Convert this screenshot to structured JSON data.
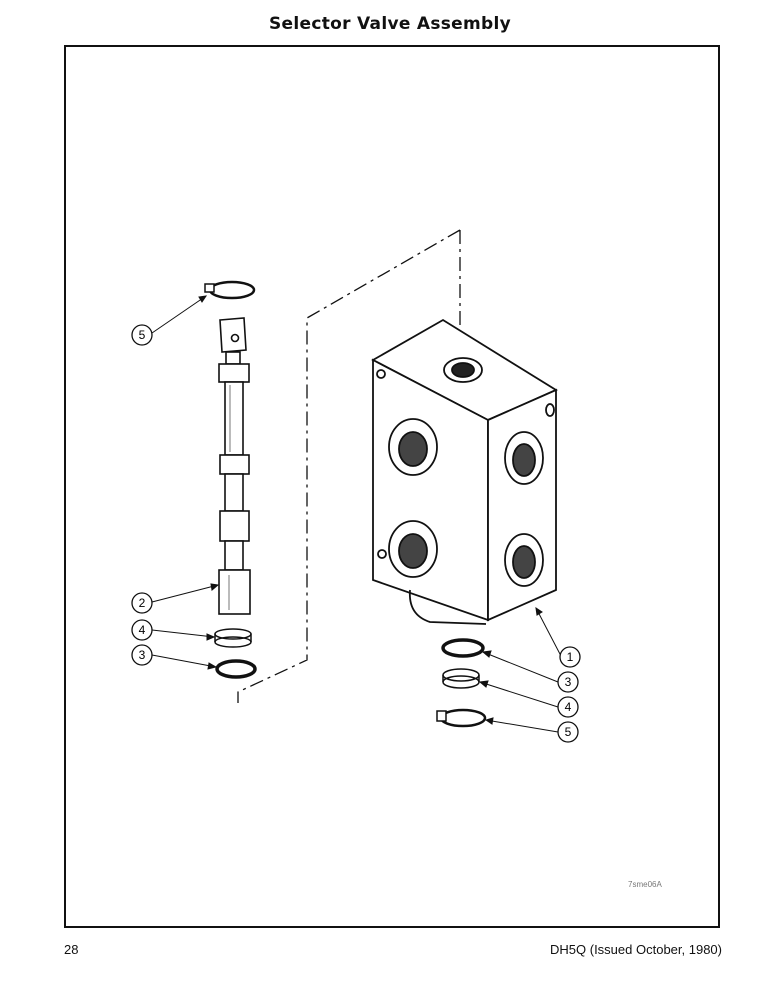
{
  "page": {
    "title": "Selector Valve Assembly",
    "page_number": "28",
    "document_ref": "DH5Q (Issued October, 1980)",
    "figure_code": "7sme06A"
  },
  "callouts": [
    {
      "id": "callout-5-left",
      "label": "5"
    },
    {
      "id": "callout-2",
      "label": "2"
    },
    {
      "id": "callout-4-left",
      "label": "4"
    },
    {
      "id": "callout-3-left",
      "label": "3"
    },
    {
      "id": "callout-1",
      "label": "1"
    },
    {
      "id": "callout-3-right",
      "label": "3"
    },
    {
      "id": "callout-4-right",
      "label": "4"
    },
    {
      "id": "callout-5-right",
      "label": "5"
    }
  ]
}
